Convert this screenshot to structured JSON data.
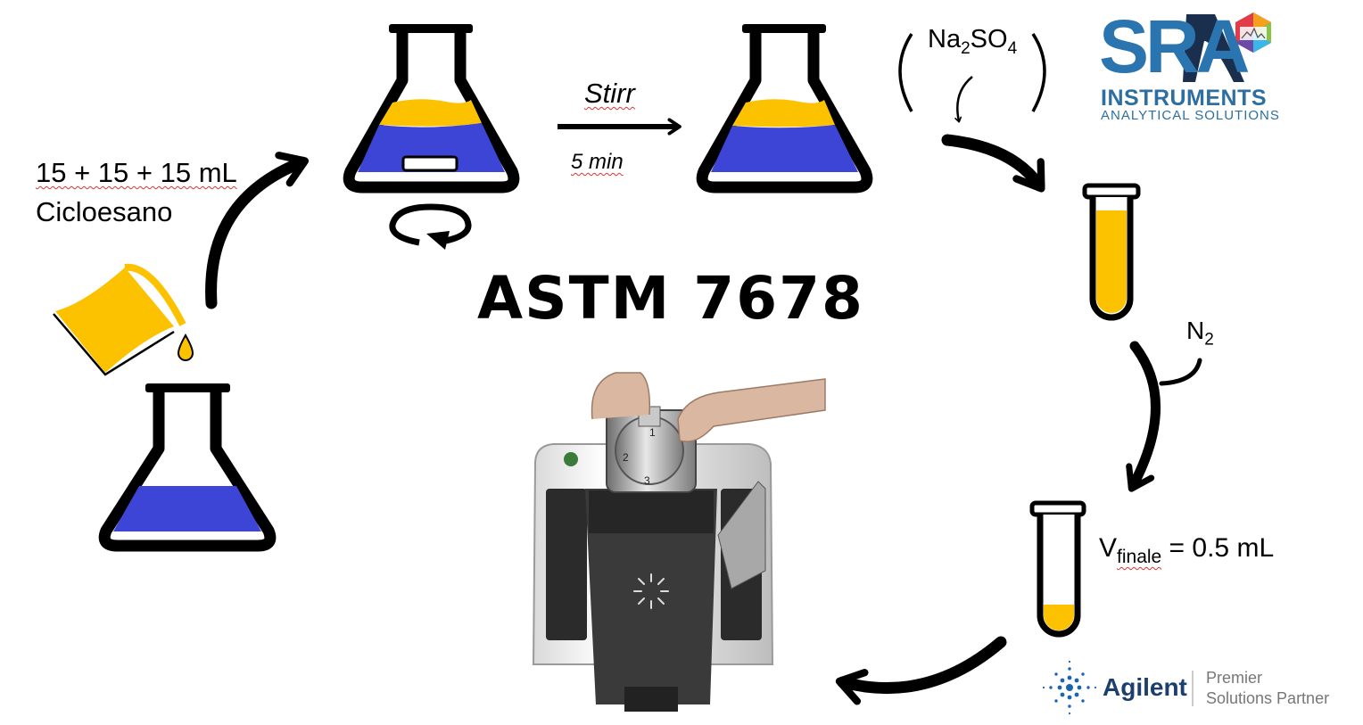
{
  "title": "ASTM 7678",
  "steps": {
    "solvent_volume": "15 + 15 + 15 mL",
    "solvent_name": "Cicloesano",
    "stir_label": "Stirr",
    "stir_time": "5 min",
    "drying_agent": {
      "base": "Na",
      "sub1": "2",
      "mid": "SO",
      "sub2": "4"
    },
    "gas": {
      "base": "N",
      "sub": "2"
    },
    "final_volume": {
      "v": "V",
      "sub": "finale",
      "rest": " = 0.5 mL"
    }
  },
  "logo_sra": {
    "line1": "INSTRUMENTS",
    "line2": "ANALYTICAL SOLUTIONS",
    "wordmark": "SRA"
  },
  "logo_agilent": {
    "name": "Agilent",
    "tag1": "Premier",
    "tag2": "Solutions Partner"
  },
  "instrument_dial": [
    "1",
    "2",
    "3"
  ],
  "colors": {
    "blue_liquid": "#3d45d6",
    "yellow_liquid": "#fcc200",
    "sra_blue": "#2d6fa0",
    "agilent_blue": "#1b64b4"
  }
}
